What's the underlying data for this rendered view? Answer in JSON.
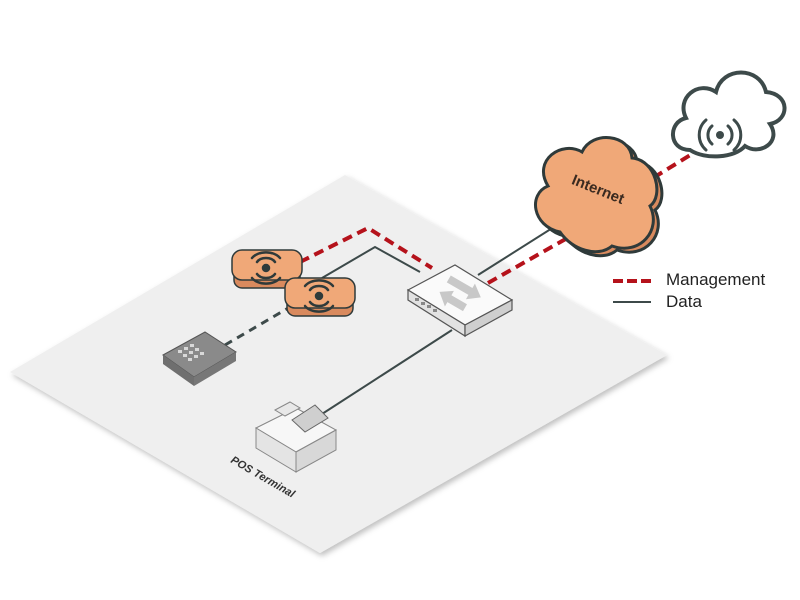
{
  "labels": {
    "internet": "Internet",
    "pos_terminal": "POS Terminal"
  },
  "legend": [
    {
      "label": "Management",
      "style": "dashed",
      "color": "#b5121b"
    },
    {
      "label": "Data",
      "style": "solid",
      "color": "#3d4a4a"
    }
  ],
  "colors": {
    "floor": "#efefef",
    "device_orange": "#f0a878",
    "outline": "#2f3a3a"
  }
}
